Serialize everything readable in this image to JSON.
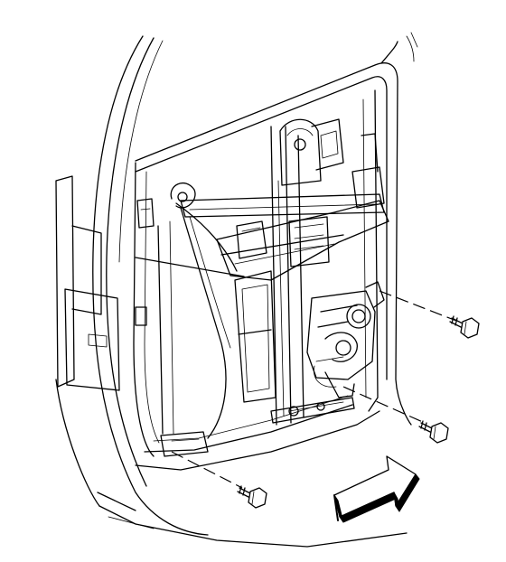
{
  "figure": {
    "background": "#ffffff",
    "line_color": "#000000"
  },
  "parts": {
    "door": "door-shell",
    "window_regulator": "window-regulator-assembly",
    "motor": "regulator-motor",
    "bolts": [
      "bolt-upper-right",
      "bolt-middle-right",
      "bolt-lower-left"
    ],
    "arrow": "front-direction-arrow"
  }
}
